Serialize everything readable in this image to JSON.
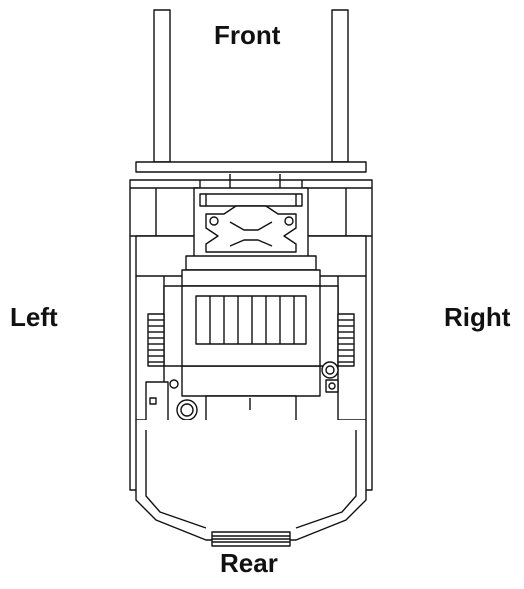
{
  "labels": {
    "front": "Front",
    "rear": "Rear",
    "left": "Left",
    "right": "Right"
  },
  "colors": {
    "line": "#111111",
    "background": "#ffffff"
  }
}
